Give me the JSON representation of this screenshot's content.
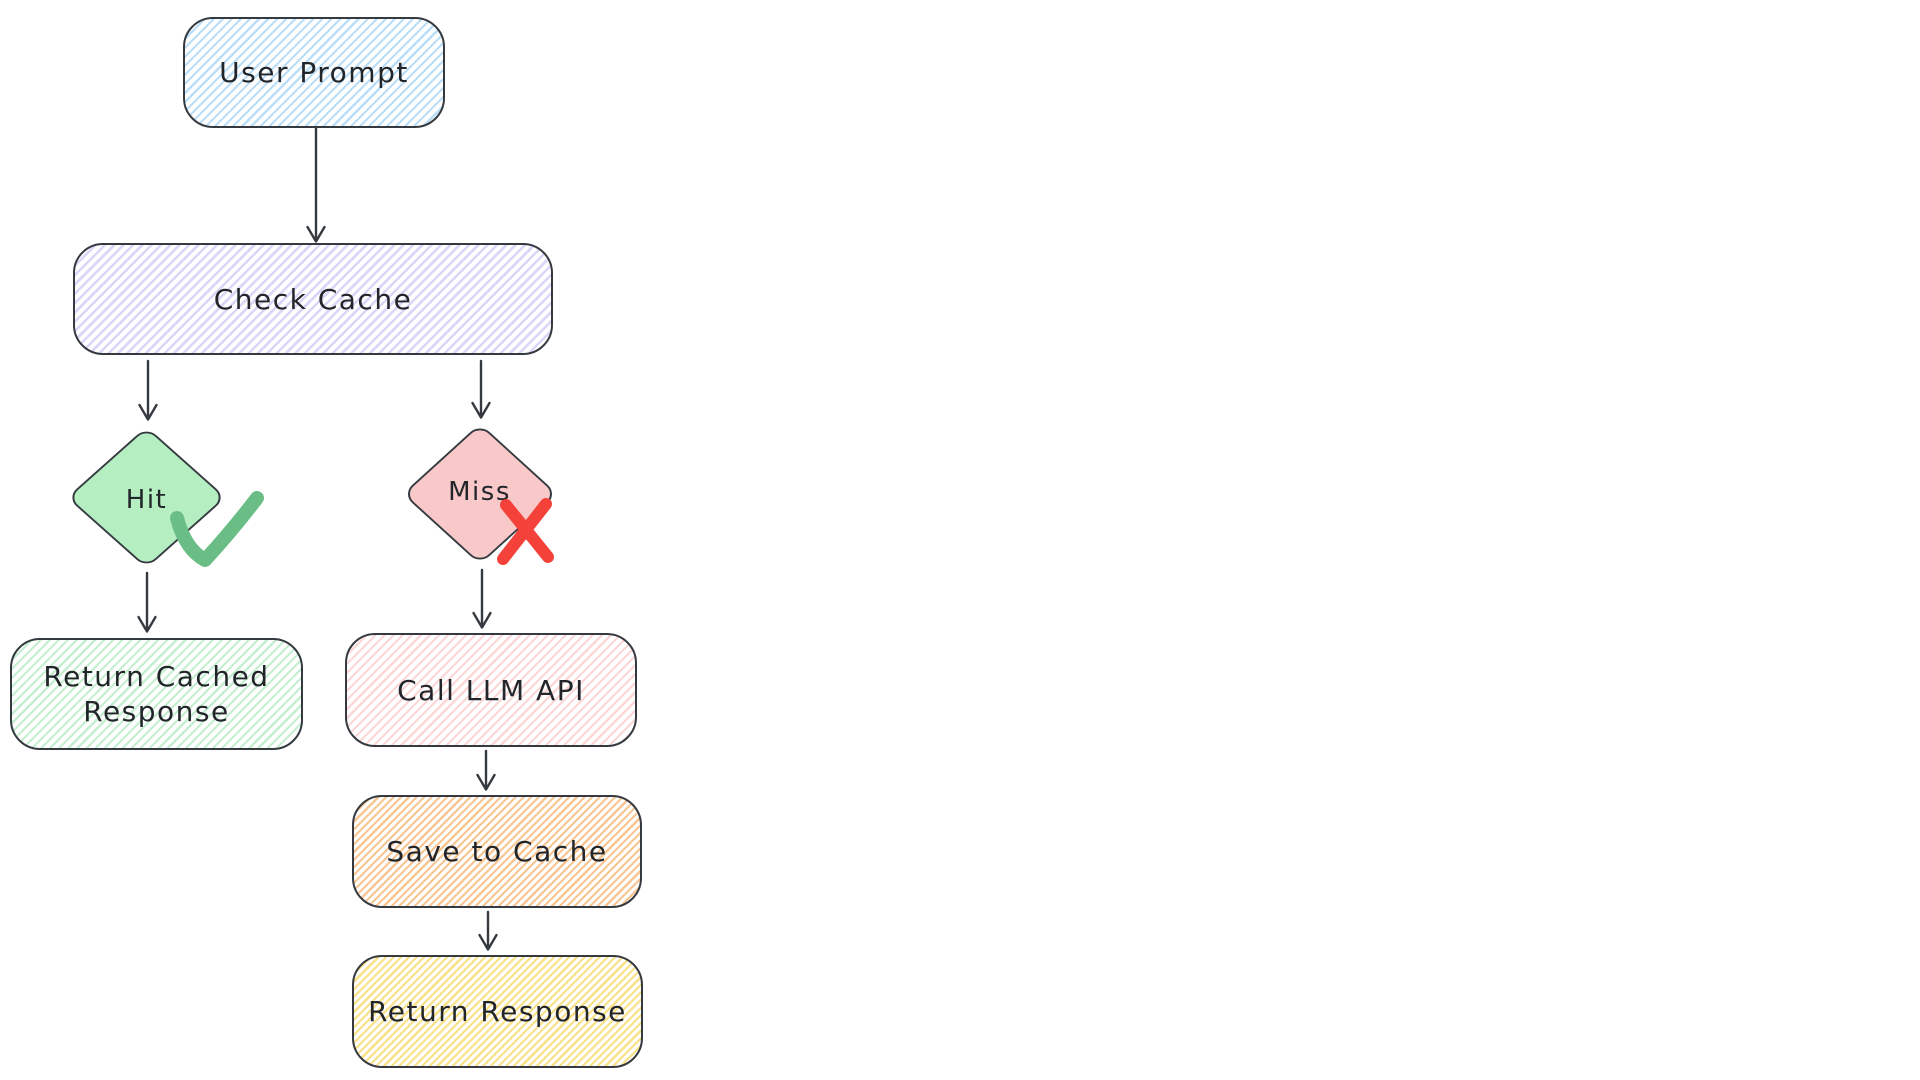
{
  "canvas": {
    "background": "#ffffff",
    "stroke_color": "#343a40",
    "text_color": "#22262a",
    "style": "hand-drawn flowchart"
  },
  "nodes": {
    "user_prompt": {
      "label": "User Prompt",
      "shape": "rounded-box",
      "fill_style": "hatch",
      "fill_color": "#a5d8ff"
    },
    "check_cache": {
      "label": "Check Cache",
      "shape": "rounded-box",
      "fill_style": "hatch",
      "fill_color": "#d9d4f5"
    },
    "hit": {
      "label": "Hit",
      "shape": "diamond",
      "fill_style": "solid",
      "fill_color": "#b5eec1"
    },
    "miss": {
      "label": "Miss",
      "shape": "diamond",
      "fill_style": "solid",
      "fill_color": "#f9c9c9"
    },
    "return_cached": {
      "label": "Return Cached Response",
      "shape": "rounded-box",
      "fill_style": "hatch",
      "fill_color": "#bfeccb"
    },
    "call_llm": {
      "label": "Call LLM API",
      "shape": "rounded-box",
      "fill_style": "hatch",
      "fill_color": "#f9cdcd"
    },
    "save_cache": {
      "label": "Save to Cache",
      "shape": "rounded-box",
      "fill_style": "hatch",
      "fill_color": "#f5b87a"
    },
    "return_response": {
      "label": "Return Response",
      "shape": "rounded-box",
      "fill_style": "hatch",
      "fill_color": "#f7da78"
    }
  },
  "icons": {
    "check": {
      "meaning": "cache hit success mark",
      "color": "#6abe85"
    },
    "cross": {
      "meaning": "cache miss failure mark",
      "color": "#f4423a"
    }
  },
  "edges": [
    {
      "from": "user_prompt",
      "to": "check_cache"
    },
    {
      "from": "check_cache",
      "to": "hit"
    },
    {
      "from": "check_cache",
      "to": "miss"
    },
    {
      "from": "hit",
      "to": "return_cached"
    },
    {
      "from": "miss",
      "to": "call_llm"
    },
    {
      "from": "call_llm",
      "to": "save_cache"
    },
    {
      "from": "save_cache",
      "to": "return_response"
    }
  ]
}
